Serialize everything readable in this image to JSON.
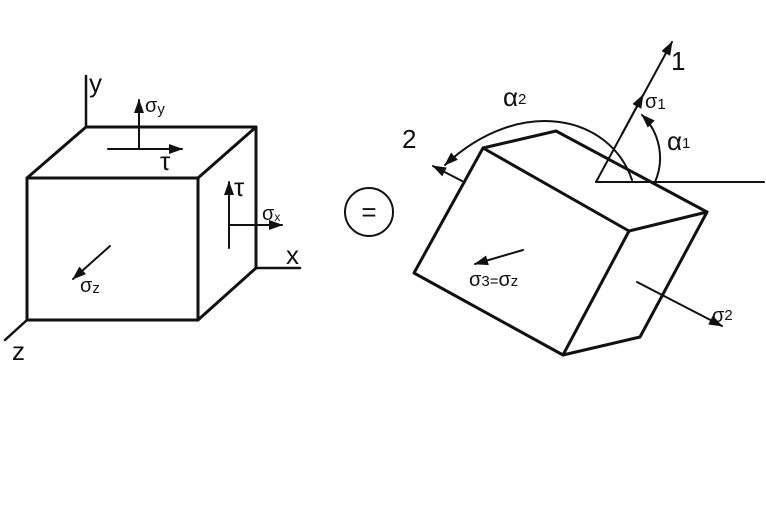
{
  "left_element": {
    "axis_y": "y",
    "axis_x": "x",
    "axis_z": "z",
    "sigma_y": {
      "symbol": "σ",
      "sub": "y"
    },
    "sigma_x": {
      "symbol": "σ",
      "sub": "x"
    },
    "sigma_z": {
      "symbol": "σ",
      "sub": "z"
    },
    "tau_top": "τ",
    "tau_side": "τ"
  },
  "equals": "=",
  "right_element": {
    "dir_1": "1",
    "dir_2": "2",
    "sigma_1": {
      "symbol": "σ",
      "sub": "1"
    },
    "sigma_2": {
      "symbol": "σ",
      "sub": "2"
    },
    "sigma_3": {
      "symbol": "σ",
      "sub": "3",
      "eq": "=",
      "symbol2": "σ",
      "sub2": "z"
    },
    "alpha_1": {
      "symbol": "α",
      "sub": "1"
    },
    "alpha_2": {
      "symbol": "α",
      "sub": "2"
    }
  }
}
